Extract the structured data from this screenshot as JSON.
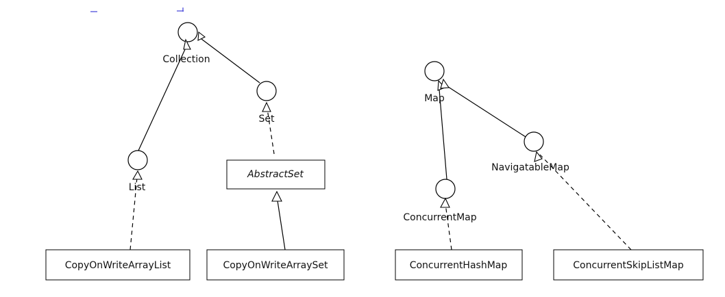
{
  "diagram": {
    "interfaces": {
      "collection": "Collection",
      "set": "Set",
      "list": "List",
      "map": "Map",
      "navigable_map": "NavigatableMap",
      "concurrent_map": "ConcurrentMap"
    },
    "classes": {
      "abstract_set": "AbstractSet",
      "copy_on_write_array_list": "CopyOnWriteArrayList",
      "copy_on_write_array_set": "CopyOnWriteArraySet",
      "concurrent_hash_map": "ConcurrentHashMap",
      "concurrent_skip_list_map": "ConcurrentSkipListMap"
    }
  }
}
